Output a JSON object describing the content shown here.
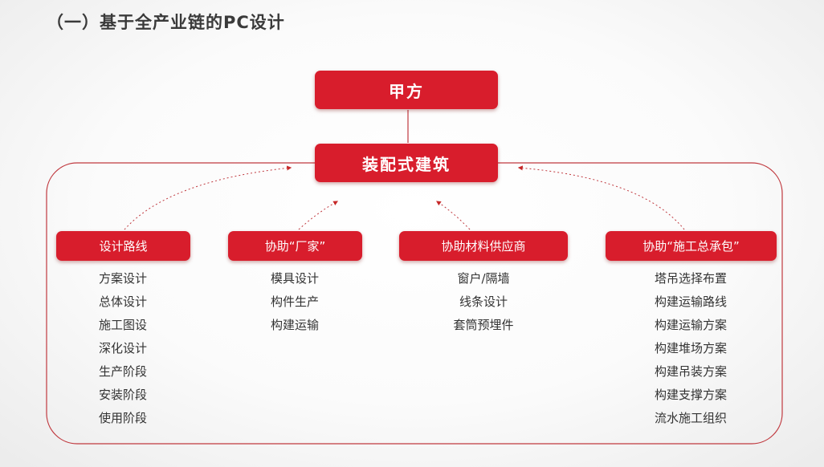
{
  "title": "（一）基于全产业链的PC设计",
  "top": "甲方",
  "center": "装配式建筑",
  "categories": [
    {
      "label": "设计路线",
      "items": [
        "方案设计",
        "总体设计",
        "施工图设",
        "深化设计",
        "生产阶段",
        "安装阶段",
        "使用阶段"
      ]
    },
    {
      "label": "协助“厂家”",
      "items": [
        "模具设计",
        "构件生产",
        "构建运输"
      ]
    },
    {
      "label": "协助材料供应商",
      "items": [
        "窗户/隔墙",
        "线条设计",
        "套筒预埋件"
      ]
    },
    {
      "label": "协助“施工总承包”",
      "items": [
        "塔吊选择布置",
        "构建运输路线",
        "构建运输方案",
        "构建堆场方案",
        "构建吊装方案",
        "构建支撑方案",
        "流水施工组织"
      ]
    }
  ],
  "colors": {
    "accent": "#d81d2c",
    "frame": "#c0393f",
    "text": "#333333"
  }
}
